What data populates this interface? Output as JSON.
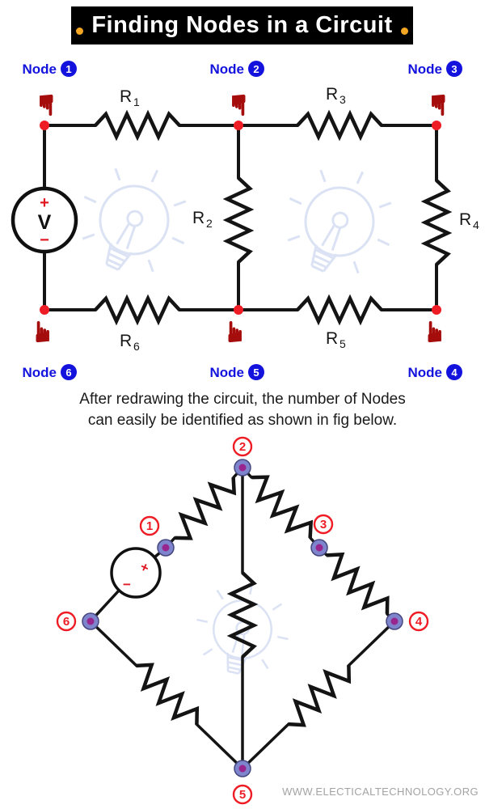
{
  "header": {
    "title": "Finding Nodes in a Circuit"
  },
  "icons": {
    "hand": "☛"
  },
  "top_circuit": {
    "nodes": [
      {
        "name": "Node",
        "num": "1"
      },
      {
        "name": "Node",
        "num": "2"
      },
      {
        "name": "Node",
        "num": "3"
      },
      {
        "name": "Node",
        "num": "4"
      },
      {
        "name": "Node",
        "num": "5"
      },
      {
        "name": "Node",
        "num": "6"
      }
    ],
    "resistors": [
      {
        "sym": "R",
        "sub": "1"
      },
      {
        "sym": "R",
        "sub": "2"
      },
      {
        "sym": "R",
        "sub": "3"
      },
      {
        "sym": "R",
        "sub": "4"
      },
      {
        "sym": "R",
        "sub": "5"
      },
      {
        "sym": "R",
        "sub": "6"
      }
    ],
    "source": {
      "plus": "+",
      "label": "V",
      "minus": "−"
    }
  },
  "caption": {
    "line1": "After redrawing the circuit, the number of Nodes",
    "line2": "can easily be identified as shown in fig below."
  },
  "bottom_circuit": {
    "node_labels": [
      "1",
      "2",
      "3",
      "4",
      "5",
      "6"
    ],
    "source": {
      "plus": "+",
      "minus": "−"
    }
  },
  "footer": {
    "site": "WWW.ELECTICALTECHNOLOGY.ORG"
  },
  "colors": {
    "node_label_blue": "#1313dd",
    "junction_red": "#ee1c25",
    "hand_red": "#a50d0d",
    "circled_number_red": "#ee1c25",
    "bulb_watermark": "#d5def2",
    "header_accent_dot": "#f5a623"
  }
}
